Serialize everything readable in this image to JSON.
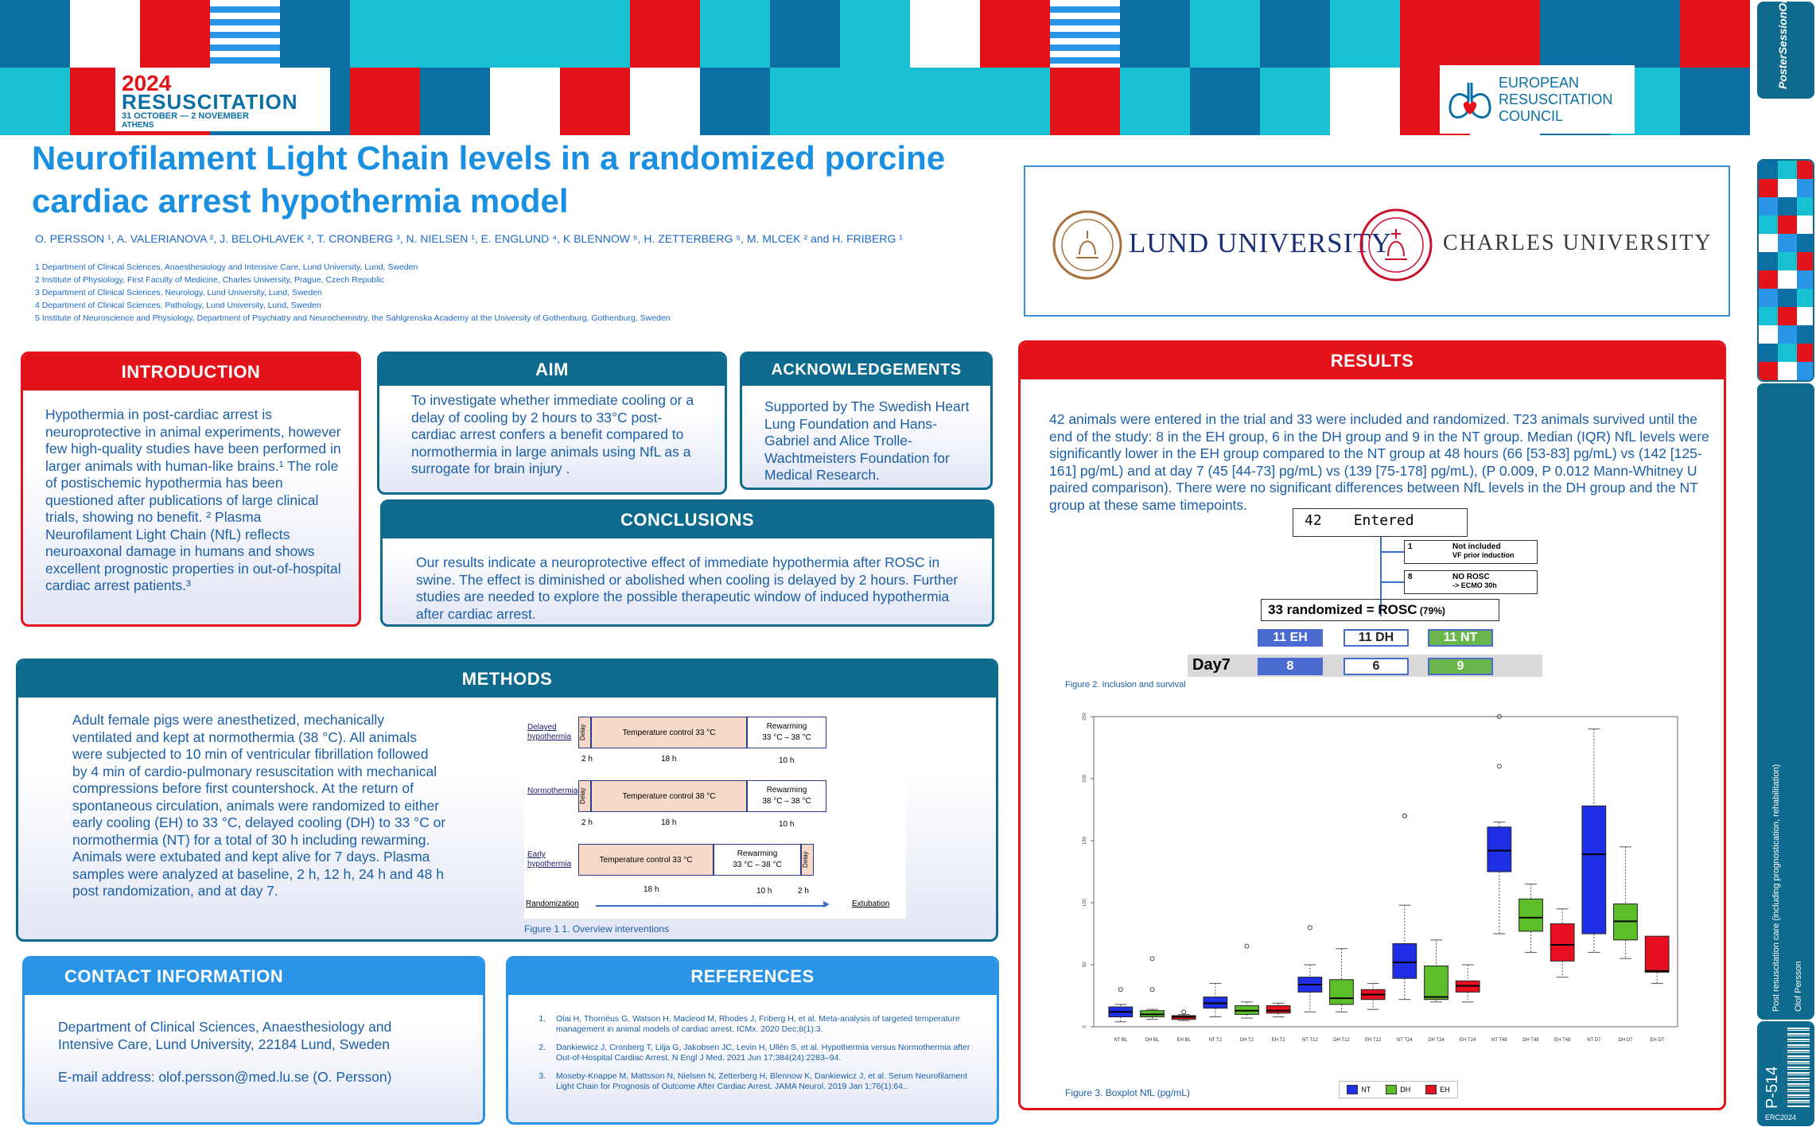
{
  "conference": {
    "year": "2024",
    "name": "RESUSCITATION",
    "dates": "31 OCTOBER — 2 NOVEMBER",
    "city": "ATHENS",
    "council": [
      "EUROPEAN",
      "RESUSCITATION",
      "COUNCIL"
    ]
  },
  "colors": {
    "red": "#e4131a",
    "teal": "#0e6b8e",
    "blue": "#2a95e6",
    "cyan": "#17c1d3",
    "navy": "#0b6fa4",
    "title": "#1b8fe0"
  },
  "title": "Neurofilament Light Chain levels in a randomized porcine cardiac arrest hypothermia model",
  "authors": "O. PERSSON ¹, A. VALERIANOVA ², J. BELOHLAVEK ², T. CRONBERG ³, N. NIELSEN ¹, E. ENGLUND ⁴, K BLENNOW ⁵, H. ZETTERBERG ⁵, M. MLCEK ² and H. FRIBERG ¹",
  "affiliations": [
    "1 Department of Clinical Sciences, Anaesthesiology and Intensive Care, Lund University, Lund, Sweden",
    "2 Institute of Physiology, First Faculty of Medicine, Charles University, Prague, Czech Republic",
    "3 Department of Clinical Sciences, Neurology, Lund University, Lund, Sweden",
    "4 Department of Clinical Sciences, Pathology, Lund University, Lund, Sweden",
    "5 Institute of Neuroscience and Physiology, Department of Psychiatry and Neurochemistry, the Sahlgrenska Academy at the University of Gothenburg, Gothenburg, Sweden"
  ],
  "universities": {
    "lund": "LUND UNIVERSITY",
    "charles": "CHARLES UNIVERSITY"
  },
  "introduction": {
    "heading": "INTRODUCTION",
    "text": "Hypothermia in post-cardiac arrest is neuroprotective in animal experiments, however few high-quality studies have been performed in larger animals with human-like brains.¹ The role of postischemic hypothermia has been questioned after publications of large clinical trials, showing no benefit. ² Plasma Neurofilament Light Chain (NfL) reflects neuroaxonal damage in humans and shows excellent prognostic properties in out-of-hospital cardiac arrest patients.³"
  },
  "aim": {
    "heading": "AIM",
    "text": "To investigate whether immediate cooling or a delay of cooling by 2 hours to 33°C post-cardiac arrest confers a benefit compared to normothermia in large animals using NfL as a surrogate for brain injury ."
  },
  "acknowledgements": {
    "heading": "ACKNOWLEDGEMENTS",
    "text": "Supported by The Swedish Heart Lung Foundation and Hans-Gabriel and Alice Trolle-Wachtmeisters Foundation for Medical Research."
  },
  "conclusions": {
    "heading": "CONCLUSIONS",
    "text": "Our results indicate a neuroprotective effect of immediate hypothermia after ROSC in swine. The effect is diminished or abolished when cooling is delayed by 2 hours. Further studies are needed to explore the possible therapeutic window of induced hypothermia after cardiac arrest."
  },
  "methods": {
    "heading": "METHODS",
    "text": "Adult female pigs were anesthetized, mechanically ventilated and kept at normothermia (38 °C). All animals were subjected to 10 min of ventricular fibrillation followed by 4 min of cardio-pulmonary resuscitation with mechanical compressions before first countershock. At the return of spontaneous circulation, animals were randomized to either early cooling (EH) to 33 °C, delayed cooling (DH) to 33 °C or normothermia (NT) for a total of 30 h including rewarming. Animals were extubated and kept alive for 7 days. Plasma samples were analyzed at baseline, 2 h, 12 h, 24 h and 48 h post randomization, and at day 7.",
    "figure": {
      "caption": "Figure 1 1. Overview interventions",
      "rows": [
        {
          "label": "Delayed hypothermia",
          "delay": "Delay",
          "control": "Temperature control 33 °C",
          "rewarm": "Rewarming",
          "rewarm_range": "33 °C – 38 °C",
          "t1": "2 h",
          "t2": "18 h",
          "t3": "10 h"
        },
        {
          "label": "Normothermia",
          "delay": "Delay",
          "control": "Temperature control 38 °C",
          "rewarm": "Rewarming",
          "rewarm_range": "38 °C – 38 °C",
          "t1": "2 h",
          "t2": "18 h",
          "t3": "10 h"
        },
        {
          "label": "Early hypothermia",
          "delay": "Delay",
          "control": "Temperature control 33 °C",
          "rewarm": "Rewarming",
          "rewarm_range": "33 °C – 38 °C",
          "t1": "18 h",
          "t2": "10 h",
          "t3": "2 h"
        }
      ],
      "start": "Randomization",
      "end": "Extubation"
    }
  },
  "contact": {
    "heading": "CONTACT INFORMATION",
    "address": "Department of Clinical Sciences, Anaesthesiology and Intensive Care, Lund University, 22184 Lund, Sweden",
    "email": "E-mail address: olof.persson@med.lu.se (O. Persson)"
  },
  "references": {
    "heading": "REFERENCES",
    "items": [
      "Olai H, Thornéus G, Watson H, Macleod M, Rhodes J, Friberg H, et al. Meta-analysis of targeted temperature management in animal models of cardiac arrest. ICMx. 2020 Dec;8(1):3.",
      "Dankiewicz J, Cronberg T, Lilja G, Jakobsen JC, Levin H, Ullén S, et al. Hypothermia versus Normothermia after Out-of-Hospital Cardiac Arrest. N Engl J Med. 2021 Jun 17;384(24):2283–94.",
      "Moseby-Knappe M, Mattsson N, Nielsen N, Zetterberg H, Blennow K, Dankiewicz J, et al. Serum Neurofilament Light Chain for Prognosis of Outcome After Cardiac Arrest. JAMA Neurol. 2019 Jan 1;76(1):64.."
    ]
  },
  "results": {
    "heading": "RESULTS",
    "text": "42 animals were entered in the trial and 33 were included and randomized. T23 animals survived until the end of the study: 8 in the EH group, 6 in the DH group and 9 in the NT group. Median (IQR) NfL levels were significantly lower in the EH group compared to the NT group at 48 hours (66 [53-83] pg/mL) vs (142 [125-161] pg/mL) and at day 7 (45 [44-73] pg/mL) vs (139 [75-178] pg/mL), (P 0.009, P 0.012 Mann-Whitney U paired comparison). There were no significant differences between NfL levels in the DH group and the NT group at these same timepoints.",
    "flow": {
      "entered_n": "42",
      "entered": "Entered",
      "excl1_n": "1",
      "excl1": "Not included",
      "excl1b": "VF prior induction",
      "excl2_n": "8",
      "excl2": "NO ROSC",
      "excl2b": "-> ECMO 30h",
      "randomized": "33 randomized = ROSC",
      "randomized_pct": "(79%)",
      "groups": [
        "11 EH",
        "11 DH",
        "11 NT"
      ],
      "day": "Day7",
      "day_values": [
        "8",
        "6",
        "9"
      ],
      "caption": "Figure 2.  Inclusion and survival"
    }
  },
  "chart_data": {
    "type": "boxplot",
    "title": "",
    "caption": "Figure 3.  Boxplot NfL (pg/mL)",
    "categories": [
      "NT BL",
      "DH BL",
      "EH BL",
      "NT T2",
      "DH T2",
      "EH T2",
      "NT T12",
      "DH T12",
      "EH T12",
      "NT T24",
      "DH T24",
      "EH T24",
      "NT T48",
      "DH T48",
      "EH T48",
      "NT D7",
      "DH D7",
      "EH D7"
    ],
    "groups": [
      "NT",
      "DH",
      "EH",
      "NT",
      "DH",
      "EH",
      "NT",
      "DH",
      "EH",
      "NT",
      "DH",
      "EH",
      "NT",
      "DH",
      "EH",
      "NT",
      "DH",
      "EH"
    ],
    "yticks": [
      "0",
      "50",
      "100",
      "150",
      "200",
      "250"
    ],
    "ylim": [
      0,
      250
    ],
    "boxes": [
      {
        "q1": 8,
        "median": 12,
        "q3": 16,
        "lo": 4,
        "hi": 18,
        "out": [
          30
        ]
      },
      {
        "q1": 8,
        "median": 10,
        "q3": 13,
        "lo": 6,
        "hi": 14,
        "out": [
          55,
          30
        ]
      },
      {
        "q1": 6,
        "median": 8,
        "q3": 9,
        "lo": 5,
        "hi": 10,
        "out": [
          12
        ]
      },
      {
        "q1": 15,
        "median": 19,
        "q3": 24,
        "lo": 8,
        "hi": 35,
        "out": []
      },
      {
        "q1": 10,
        "median": 13,
        "q3": 17,
        "lo": 7,
        "hi": 20,
        "out": [
          65
        ]
      },
      {
        "q1": 11,
        "median": 13,
        "q3": 17,
        "lo": 8,
        "hi": 19,
        "out": []
      },
      {
        "q1": 28,
        "median": 34,
        "q3": 40,
        "lo": 12,
        "hi": 50,
        "out": [
          80
        ]
      },
      {
        "q1": 18,
        "median": 23,
        "q3": 38,
        "lo": 12,
        "hi": 63,
        "out": []
      },
      {
        "q1": 22,
        "median": 26,
        "q3": 30,
        "lo": 14,
        "hi": 35,
        "out": []
      },
      {
        "q1": 39,
        "median": 52,
        "q3": 67,
        "lo": 22,
        "hi": 98,
        "out": []
      },
      {
        "q1": 22,
        "median": 24,
        "q3": 49,
        "lo": 20,
        "hi": 70,
        "out": []
      },
      {
        "q1": 28,
        "median": 33,
        "q3": 37,
        "lo": 20,
        "hi": 50,
        "out": []
      },
      {
        "q1": 125,
        "median": 142,
        "q3": 161,
        "lo": 75,
        "hi": 165,
        "out": []
      },
      {
        "q1": 77,
        "median": 88,
        "q3": 103,
        "lo": 60,
        "hi": 115,
        "out": []
      },
      {
        "q1": 53,
        "median": 66,
        "q3": 83,
        "lo": 40,
        "hi": 95,
        "out": []
      },
      {
        "q1": 75,
        "median": 139,
        "q3": 178,
        "lo": 60,
        "hi": 240,
        "out": []
      },
      {
        "q1": 70,
        "median": 85,
        "q3": 99,
        "lo": 55,
        "hi": 145,
        "out": []
      },
      {
        "q1": 44,
        "median": 45,
        "q3": 73,
        "lo": 35,
        "hi": 72,
        "out": []
      }
    ],
    "top_outliers": [
      [
        "NT T24",
        170
      ],
      [
        "NT T48",
        250
      ],
      [
        "NT T48",
        210
      ],
      [
        "NT T24",
        170
      ]
    ],
    "legend": [
      {
        "name": "NT",
        "color": "#1f2fe6"
      },
      {
        "name": "DH",
        "color": "#5cbf2a"
      },
      {
        "name": "EH",
        "color": "#e81020"
      }
    ],
    "legend_position": "bottom-center"
  },
  "sidebar": {
    "brand": "PosterSessionOnline",
    "category": "Post resuscitation care (including prognostication, rehabilitation)",
    "author": "Olof Persson",
    "poster_id": "P-514",
    "code": "ERC2024"
  }
}
